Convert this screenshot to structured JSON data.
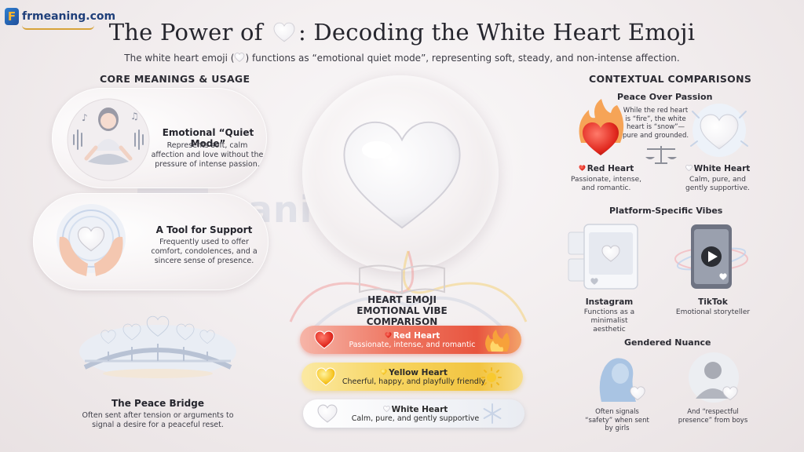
{
  "brand": {
    "logo_text": "frmeaning.com",
    "logo_letter": "F",
    "watermark": "frmeaning.com"
  },
  "header": {
    "title_before": "The Power of",
    "title_after": ": Decoding the White Heart Emoji",
    "subtitle_before": "The white heart emoji (",
    "subtitle_after": ") functions as “emotional quiet mode”, representing soft, steady, and non-intense affection."
  },
  "core": {
    "heading": "CORE MEANINGS & USAGE",
    "items": [
      {
        "title": "Emotional “Quiet Mode”",
        "text": "Represents soft, calm affection and love without the pressure of intense passion."
      },
      {
        "title": "A Tool for Support",
        "text": "Frequently used to offer comfort, condolences, and a sincere sense of presence."
      },
      {
        "title": "The Peace Bridge",
        "text": "Often sent after tension or arguments to signal a desire for a peaceful reset."
      }
    ]
  },
  "vibe": {
    "title_line1": "HEART EMOJI",
    "title_line2": "EMOTIONAL VIBE COMPARISON",
    "bands": [
      {
        "name": "Red Heart",
        "desc": "Passionate, intense, and romantic"
      },
      {
        "name": "Yellow Heart",
        "desc": "Cheerful, happy, and playfully friendly"
      },
      {
        "name": "White Heart",
        "desc": "Calm, pure, and gently supportive"
      }
    ]
  },
  "context": {
    "heading": "CONTEXTUAL COMPARISONS",
    "peace": {
      "heading": "Peace Over Passion",
      "callout": "While the red heart is “fire”, the white heart is “snow”—pure and grounded.",
      "red_name": "Red Heart",
      "red_desc": "Passionate, intense, and romantic.",
      "white_name": "White Heart",
      "white_desc": "Calm, pure, and gently supportive."
    },
    "platform": {
      "heading": "Platform-Specific Vibes",
      "instagram_name": "Instagram",
      "instagram_desc": "Functions as a minimalist aesthetic",
      "tiktok_name": "TikTok",
      "tiktok_desc": "Emotional storyteller"
    },
    "gender": {
      "heading": "Gendered Nuance",
      "girls": "Often signals “safety” when sent by girls",
      "boys": "And “respectful presence” from boys"
    }
  },
  "colors": {
    "red": "#e8553f",
    "yellow": "#f2c440",
    "white": "#ffffff",
    "text": "#2b2b33"
  }
}
